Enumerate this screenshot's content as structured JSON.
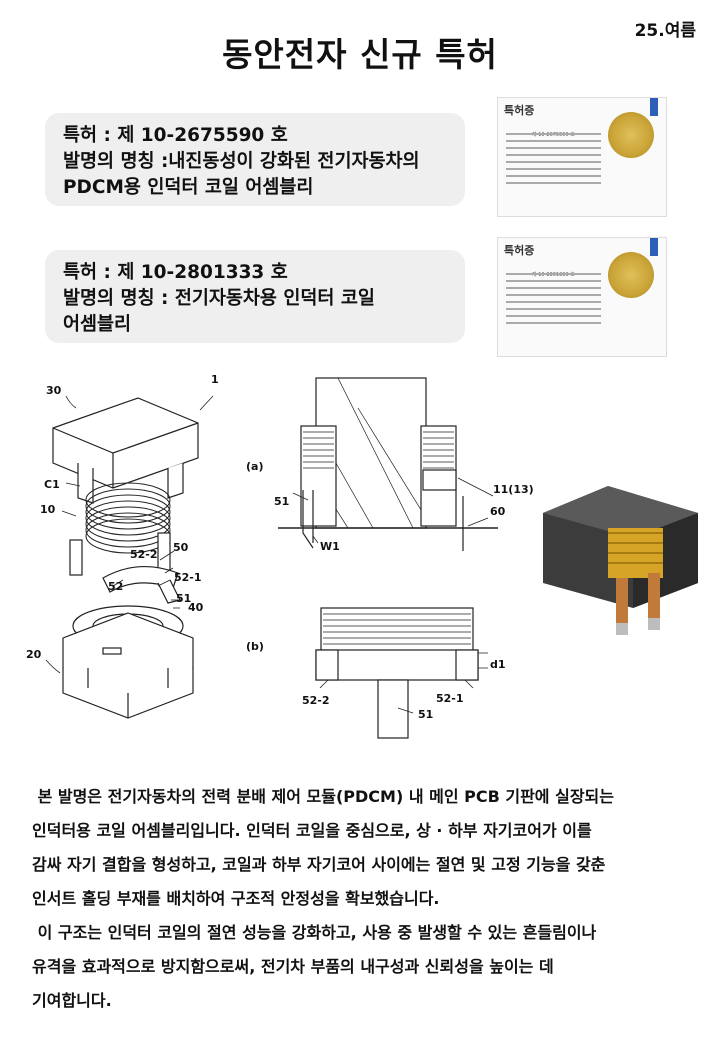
{
  "season": "25.여름",
  "title": "동안전자 신규 특허",
  "patents": [
    {
      "number_line": "특허 : 제 10-2675590 호",
      "name_line1": "발명의 명칭 :내진동성이 강화된 전기자동차의",
      "name_line2": "PDCM용 인덕터 코일 어셈블리",
      "cert_header": "특허증",
      "cert_number": "제 10-2675590 호"
    },
    {
      "number_line": "특허 : 제 10-2801333 호",
      "name_line1": "발명의 명칭 : 전기자동차용 인덕터 코일",
      "name_line2": "어셈블리",
      "cert_header": "특허증",
      "cert_number": "제 10-2801333 호"
    }
  ],
  "figure_labels": {
    "ref_1": "1",
    "ref_30": "30",
    "ref_c1": "C1",
    "ref_10": "10",
    "ref_50": "50",
    "ref_52_2": "52-2",
    "ref_52": "52",
    "ref_52_1": "52-1",
    "ref_51": "51",
    "ref_40": "40",
    "ref_20": "20",
    "panel_a": "(a)",
    "panel_b": "(b)",
    "a_51": "51",
    "a_11_13": "11(13)",
    "a_60": "60",
    "a_w1": "W1",
    "b_d1": "d1",
    "b_52_2": "52-2",
    "b_52_1": "52-1",
    "b_51": "51"
  },
  "description": [
    " 본 발명은 전기자동차의 전력 분배 제어 모듈(PDCM) 내 메인 PCB 기판에 실장되는",
    "인덕터용 코일 어셈블리입니다. 인덕터 코일을 중심으로, 상 · 하부 자기코어가 이를",
    "감싸 자기 결합을 형성하고, 코일과 하부 자기코어 사이에는 절연 및 고정 기능을 갖춘",
    "인서트 홀딩 부재를 배치하여 구조적 안정성을 확보했습니다.",
    " 이 구조는 인덕터 코일의 절연 성능을 강화하고, 사용 중 발생할 수 있는 흔들림이나",
    "유격을 효과적으로 방지함으로써, 전기차 부품의 내구성과 신뢰성을 높이는 데",
    "기여합니다."
  ]
}
